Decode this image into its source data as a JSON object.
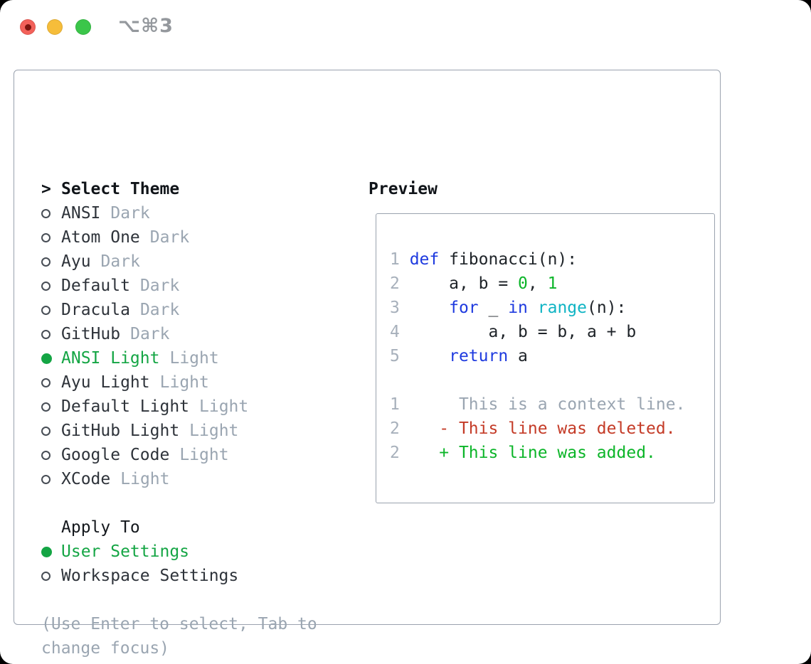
{
  "window": {
    "title": "⌥⌘3",
    "controls": [
      {
        "icon": "close-icon",
        "color": "#f3615a",
        "has_dot": true,
        "dot_color": "#7c150f"
      },
      {
        "icon": "minimize-icon",
        "color": "#f6bd3a",
        "has_dot": false,
        "dot_color": ""
      },
      {
        "icon": "maximize-icon",
        "color": "#3bc64a",
        "has_dot": false,
        "dot_color": ""
      }
    ]
  },
  "theme_list": {
    "cursor": ">",
    "title": "Select Theme",
    "items": [
      {
        "name": "ANSI",
        "tag": "Dark",
        "selected": false
      },
      {
        "name": "Atom One",
        "tag": "Dark",
        "selected": false
      },
      {
        "name": "Ayu",
        "tag": "Dark",
        "selected": false
      },
      {
        "name": "Default",
        "tag": "Dark",
        "selected": false
      },
      {
        "name": "Dracula",
        "tag": "Dark",
        "selected": false
      },
      {
        "name": "GitHub",
        "tag": "Dark",
        "selected": false
      },
      {
        "name": "ANSI Light",
        "tag": "Light",
        "selected": true
      },
      {
        "name": "Ayu Light",
        "tag": "Light",
        "selected": false
      },
      {
        "name": "Default Light",
        "tag": "Light",
        "selected": false
      },
      {
        "name": "GitHub Light",
        "tag": "Light",
        "selected": false
      },
      {
        "name": "Google Code",
        "tag": "Light",
        "selected": false
      },
      {
        "name": "XCode",
        "tag": "Light",
        "selected": false
      }
    ]
  },
  "apply_to": {
    "title": "Apply To",
    "items": [
      {
        "label": "User Settings",
        "selected": true
      },
      {
        "label": "Workspace Settings",
        "selected": false
      }
    ]
  },
  "hint": "(Use Enter to select, Tab to change focus)",
  "preview": {
    "title": "Preview",
    "code_lines": [
      {
        "num": "1",
        "segments": [
          {
            "t": "def",
            "c": "kw"
          },
          {
            "t": " fibonacci(n):",
            "c": "fg"
          }
        ]
      },
      {
        "num": "2",
        "segments": [
          {
            "t": "    a, b = ",
            "c": "fg"
          },
          {
            "t": "0",
            "c": "num"
          },
          {
            "t": ", ",
            "c": "fg"
          },
          {
            "t": "1",
            "c": "num"
          }
        ]
      },
      {
        "num": "3",
        "segments": [
          {
            "t": "    ",
            "c": "fg"
          },
          {
            "t": "for",
            "c": "kw"
          },
          {
            "t": " _ ",
            "c": "fg"
          },
          {
            "t": "in",
            "c": "kw"
          },
          {
            "t": " ",
            "c": "fg"
          },
          {
            "t": "range",
            "c": "fn"
          },
          {
            "t": "(n):",
            "c": "fg"
          }
        ]
      },
      {
        "num": "4",
        "segments": [
          {
            "t": "        a, b = b, a + b",
            "c": "fg"
          }
        ]
      },
      {
        "num": "5",
        "segments": [
          {
            "t": "    ",
            "c": "fg"
          },
          {
            "t": "return",
            "c": "kw"
          },
          {
            "t": " a",
            "c": "fg"
          }
        ]
      },
      {
        "num": "",
        "segments": []
      },
      {
        "num": "1",
        "segments": [
          {
            "t": "     This is a context line.",
            "c": "ctx"
          }
        ]
      },
      {
        "num": "2",
        "segments": [
          {
            "t": "   - This line was deleted.",
            "c": "del"
          }
        ]
      },
      {
        "num": "2",
        "segments": [
          {
            "t": "   + This line was added.",
            "c": "add"
          }
        ]
      }
    ]
  },
  "colors": {
    "accent_green": "#14a544",
    "code_green": "#0cb529",
    "keyword_blue": "#1e3adf",
    "builtin_cyan": "#0fb4c4",
    "deleted_red": "#c43b27",
    "muted_gray": "#9aa5b1",
    "border_gray": "#9aa2ae"
  }
}
